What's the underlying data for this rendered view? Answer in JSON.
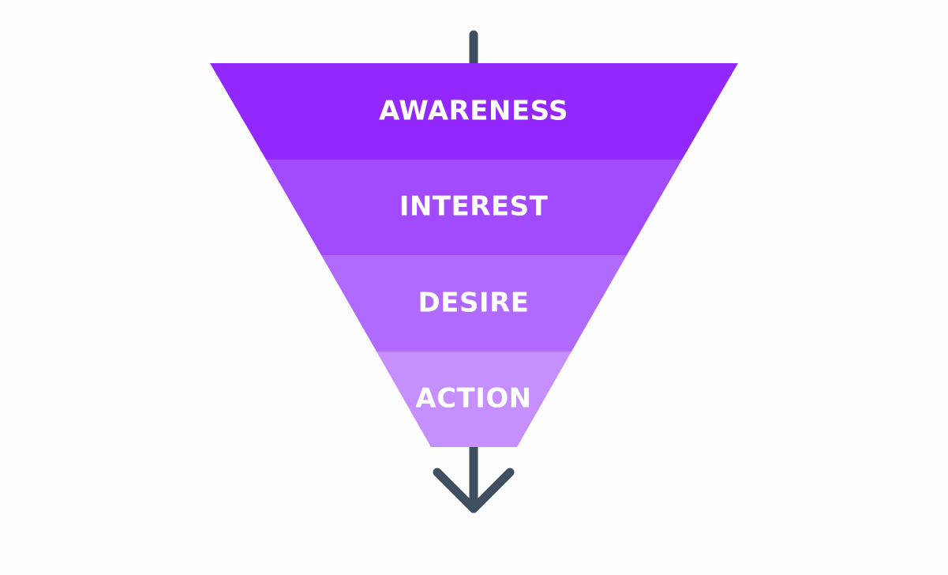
{
  "diagram": {
    "type": "funnel",
    "arrow_color": "#3f4f5f",
    "stages": [
      {
        "label": "AWARENESS",
        "color": "#9328fe"
      },
      {
        "label": "INTEREST",
        "color": "#a24bfe"
      },
      {
        "label": "DESIRE",
        "color": "#b06afe"
      },
      {
        "label": "ACTION",
        "color": "#c590fd"
      }
    ]
  }
}
